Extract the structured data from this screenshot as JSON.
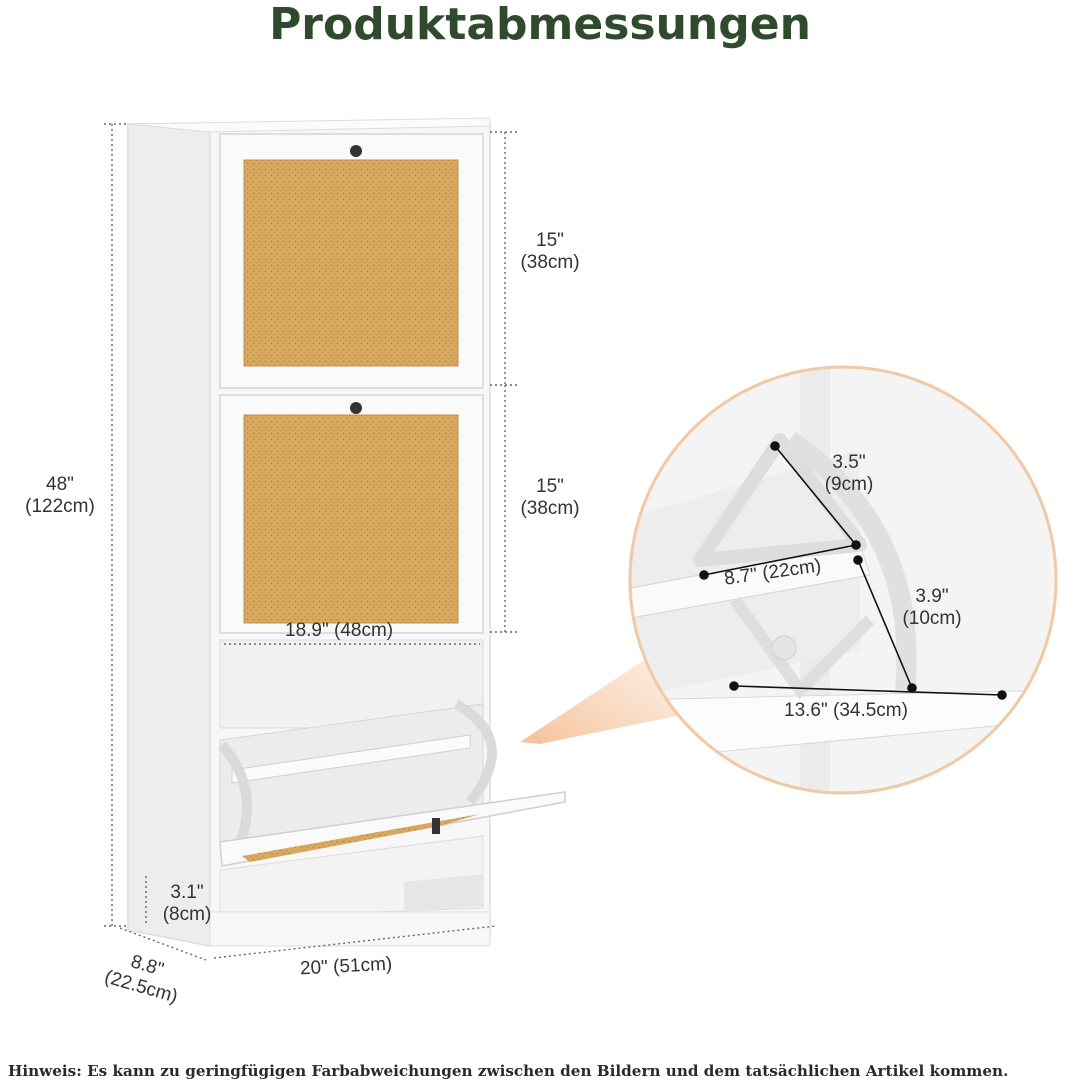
{
  "title": "Produktabmessungen",
  "dimensions": {
    "total_height": {
      "in": "48\"",
      "cm": "(122cm)"
    },
    "door_top": {
      "in": "15\"",
      "cm": "(38cm)"
    },
    "door_middle": {
      "in": "15\"",
      "cm": "(38cm)"
    },
    "inner_width": "18.9\" (48cm)",
    "total_width": "20\" (51cm)",
    "depth": {
      "in": "8.8\"",
      "cm": "(22.5cm)"
    },
    "base_height": {
      "in": "3.1\"",
      "cm": "(8cm)"
    }
  },
  "detail": {
    "bracket_top": {
      "in": "3.5\"",
      "cm": "(9cm)"
    },
    "shelf_width": "8.7\" (22cm)",
    "bracket_side": {
      "in": "3.9\"",
      "cm": "(10cm)"
    },
    "flap_depth": "13.6\" (34.5cm)"
  },
  "note": "Hinweis: Es kann zu geringfügigen Farbabweichungen zwischen den Bildern und dem tatsächlichen Artikel kommen.",
  "colors": {
    "title": "#2f4a2c",
    "rattan": "#d9a960",
    "cabinet": "#f6f6f6",
    "circle_border": "#f0c9a6"
  }
}
